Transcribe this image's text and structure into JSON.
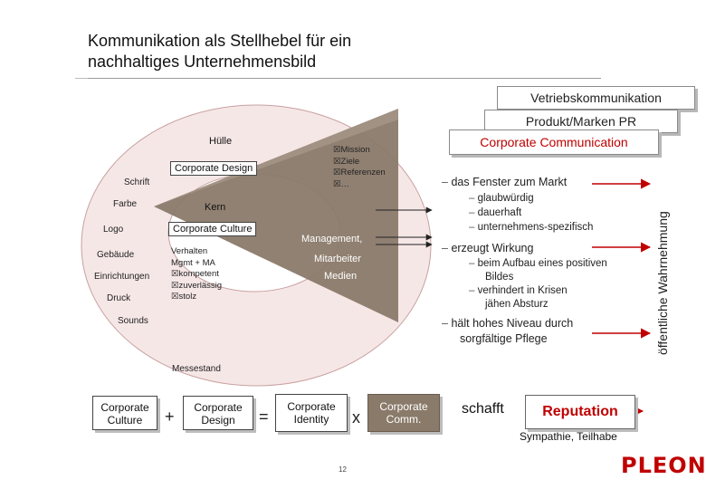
{
  "title": {
    "line1": "Kommunikation als Stellhebel für ein",
    "line2": "nachhaltiges Unternehmensbild"
  },
  "headers": {
    "vertrieb": "Vetriebskommunikation",
    "produkt": "Produkt/Marken PR",
    "corporate_communication": "Corporate Communication"
  },
  "diagram": {
    "huelle": "Hülle",
    "kern": "Kern",
    "corporate_design": "Corporate Design",
    "corporate_culture": "Corporate Culture",
    "left_items": [
      "Schrift",
      "Farbe",
      "Logo",
      "Gebäude",
      "Einrichtungen",
      "Druck",
      "Sounds"
    ],
    "messestand": "Messestand",
    "mission_items": [
      "Mission",
      "Ziele",
      "Referenzen",
      "…"
    ],
    "culture_items": [
      "Verhalten",
      "Mgmt + MA",
      "kompetent",
      "zuverlässig",
      "stolz"
    ],
    "wedge_labels": [
      "Management,",
      "Mitarbeiter",
      "Medien"
    ]
  },
  "right_text": {
    "fenster": "das Fenster zum Markt",
    "fenster_sub": [
      "glaubwürdig",
      "dauerhaft",
      "unternehmens-spezifisch"
    ],
    "wirkung": "erzeugt Wirkung",
    "wirkung_sub1": [
      "beim Aufbau eines positiven",
      "Bildes"
    ],
    "wirkung_sub2": [
      "verhindert in Krisen",
      "jähen Absturz"
    ],
    "niveau": [
      "hält hohes Niveau durch",
      "sorgfältige Pflege"
    ],
    "vertical_label": "öffentliche Wahrnehmung"
  },
  "equation": {
    "corporate_culture": [
      "Corporate",
      "Culture"
    ],
    "plus": "+",
    "corporate_design": [
      "Corporate",
      "Design"
    ],
    "equals": "=",
    "corporate_identity": [
      "Corporate",
      "Identity"
    ],
    "times": "x",
    "corporate_comm": [
      "Corporate",
      "Comm."
    ],
    "schafft": "schafft",
    "reputation": "Reputation",
    "sympathie": "Sympathie, Teilhabe"
  },
  "page_number": "12",
  "logo_text": "PLEON",
  "colors": {
    "accent_red": "#c00000",
    "ring_fill": "#f6e7e7",
    "ring_stroke": "#c8a0a0",
    "wedge": "#8a7a6a"
  }
}
